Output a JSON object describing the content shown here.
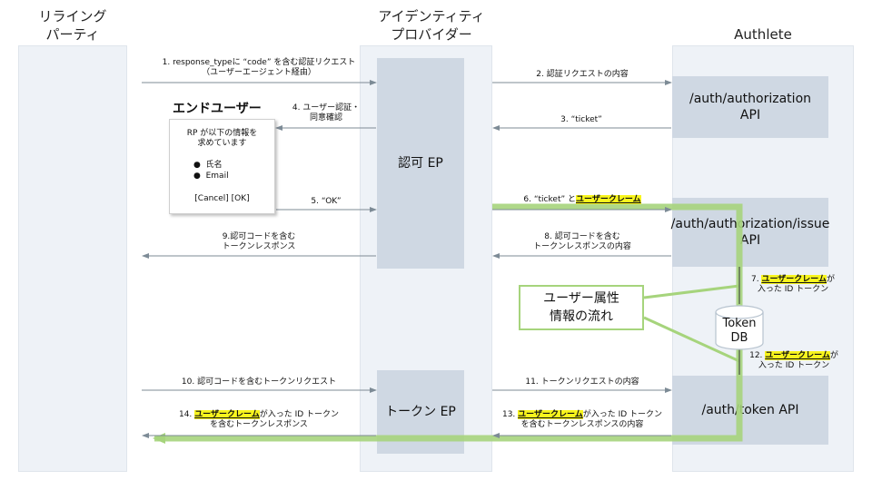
{
  "columns": {
    "rp": "リライング\nパーティ",
    "idp": "アイデンティティ\nプロバイダー",
    "authlete": "Authlete"
  },
  "boxes": {
    "authz_ep": "認可 EP",
    "token_ep": "トークン EP",
    "authz_api": "/auth/authorization\nAPI",
    "issue_api": "/auth/authorization/issue\nAPI",
    "token_api": "/auth/token API",
    "token_db": "Token\nDB"
  },
  "end_user": {
    "title": "エンドユーザー",
    "dialog_line1": "RP が以下の情報を",
    "dialog_line2": "求めています",
    "item1": "氏名",
    "item2": "Email",
    "buttons": "[Cancel] [OK]"
  },
  "callout": {
    "line1": "ユーザー属性",
    "line2": "情報の流れ"
  },
  "highlight": "ユーザークレーム",
  "colors": {
    "lane": "#eef2f7",
    "box": "#cfd8e3",
    "flow_green": "#a6d47c",
    "highlight_yellow": "#f8f51d"
  },
  "steps": {
    "s1_a": "1. response_typeに “code” を含む認証リクエスト",
    "s1_b": "（ユーザーエージェント経由）",
    "s2": "2. 認証リクエストの内容",
    "s3": "3. “ticket”",
    "s4_a": "4. ユーザー認証・",
    "s4_b": "同意確認",
    "s5": "5. “OK”",
    "s6_a": "6. “ticket” と",
    "s7_a": "7. ",
    "s7_b": "が",
    "s7_c": "入った ID トークン",
    "s8_a": "8. 認可コードを含む",
    "s8_b": "トークンレスポンスの内容",
    "s9_a": "9.認可コードを含む",
    "s9_b": "トークンレスポンス",
    "s10": "10. 認可コードを含むトークンリクエスト",
    "s11": "11. トークンリクエストの内容",
    "s12_a": "12. ",
    "s12_b": "が",
    "s12_c": "入った ID トークン",
    "s13_a": "13. ",
    "s13_b": "が入った ID トークン",
    "s13_c": "を含むトークンレスポンスの内容",
    "s14_a": "14. ",
    "s14_b": "が入った ID トークン",
    "s14_c": "を含むトークンレスポンス"
  }
}
